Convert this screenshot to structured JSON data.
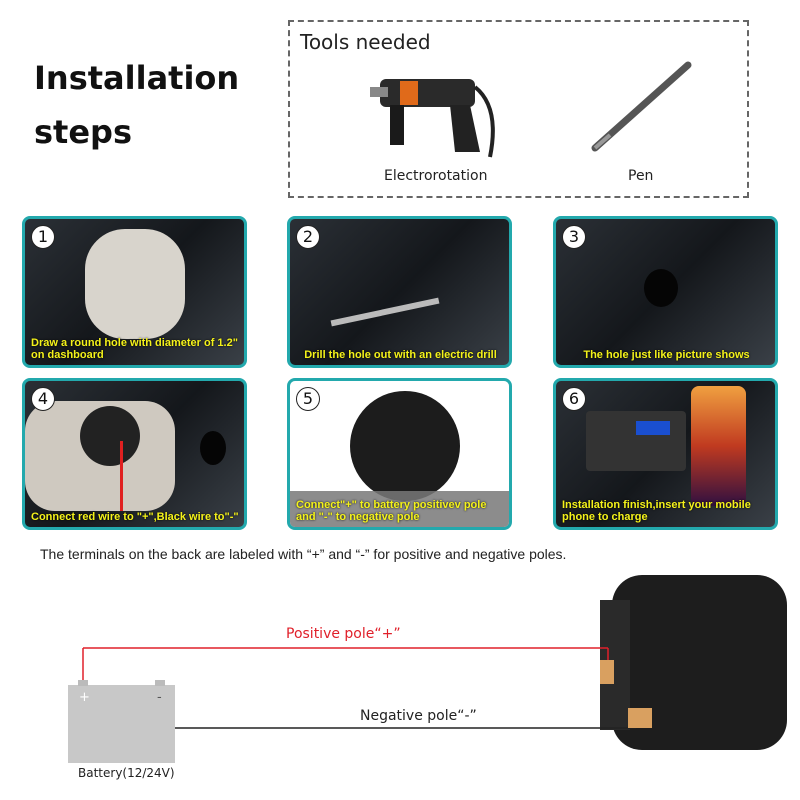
{
  "title": {
    "line1": "Installation",
    "line2": "steps"
  },
  "tools": {
    "heading": "Tools needed",
    "items": [
      {
        "label": "Electrorotation",
        "icon": "drill-icon"
      },
      {
        "label": "Pen",
        "icon": "pen-icon"
      }
    ]
  },
  "steps": [
    {
      "num": "1",
      "caption": "Draw a round hole with diameter of 1.2\" on dashboard"
    },
    {
      "num": "2",
      "caption": "Drill the hole out with an electric drill"
    },
    {
      "num": "3",
      "caption": "The hole just like picture shows"
    },
    {
      "num": "4",
      "caption": "Connect red wire to \"+\",Black wire to\"-\""
    },
    {
      "num": "5",
      "caption": "Connect\"+\" to battery positivev pole and \"-\" to negative pole"
    },
    {
      "num": "6",
      "caption": "Installation finish,insert your mobile phone to charge"
    }
  ],
  "note": "The terminals on the back are labeled with “+” and “-” for positive and negative poles.",
  "wiring": {
    "positive": "Positive pole“+”",
    "negative": "Negative pole“-”",
    "battery": "Battery(12/24V)",
    "plus": "+",
    "minus": "-",
    "colors": {
      "positive": "#e0202a",
      "negative": "#222222",
      "accent": "#23a9ad"
    }
  }
}
